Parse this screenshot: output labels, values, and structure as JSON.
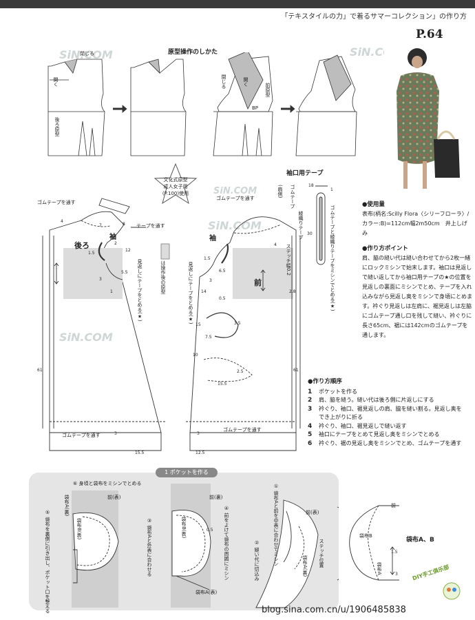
{
  "header": {
    "title": "「テキスタイルの力」で着るサマーコレクション」の作り方",
    "page": "P.64"
  },
  "diagram_top": {
    "title": "原型操作のしかた",
    "back_labels": {
      "close": "閉じる",
      "open": "開く",
      "back": "後ろ原型"
    },
    "front_labels": {
      "close": "閉じる",
      "open": "開く",
      "front": "前原型",
      "bp": "BP"
    }
  },
  "star_badge": {
    "line1": "文化式原型",
    "line2": "成人女子用",
    "line3": "(P.100)使用"
  },
  "pattern": {
    "back_label": "後ろ",
    "front_label": "前",
    "sleeve_label": "袖",
    "rubber_tape_top_back": "ゴムテープを通す",
    "rubber_tape_top_front": "ゴムテープを通す",
    "tape_through": "テープを通す",
    "rubber_tape_bottom_back": "ゴムテープを通す",
    "rubber_tape_bottom_front": "ゴムテープを通す",
    "facing_back": "見返しにテープをとめる(★)",
    "facing_front": "見返しにテープをとめる(★)",
    "after_op": "は操作後の原型",
    "nums": [
      "4",
      "8",
      "7",
      "2",
      "12",
      "1.5",
      "5.5",
      "3",
      "1",
      "61",
      "15.5",
      "12.5",
      "6.5",
      "14",
      "0.5",
      "15",
      "3.5",
      "7.5",
      "10",
      "2.5",
      "15.5",
      "3",
      "3",
      "4",
      "61",
      "1.5",
      "3"
    ]
  },
  "sleeve_tape": {
    "title": "袖口用テープ",
    "label_shoulder": "(肩側)",
    "label_rubber": "ゴムテープ",
    "label_ribbon": "綾織りテープ",
    "label_stitch": "ゴムテープと綾織りテープをミシンでとめる(★)",
    "label_width": "ステッチ幅0.2",
    "n18": "18",
    "n1": "1",
    "n30": "30",
    "n28": "2.8"
  },
  "info": {
    "materials_title": "●使用量",
    "materials_body": "表布(柄名:Scilly Flora〈シリーフローラ〉/カラー:B)=112cm幅2m50cm　井上しげみ",
    "points_title": "●作り方ポイント",
    "points_body": "肩、脇の縫い代は縫い合わせてから2枚一緒にロックミシンで始末します。袖口は見返しで縫い返してから袖口用テープの★の位置を見返しの裏面にミシンでとめ、テープを入れ込みながら見返し奥をミシンで身頃にとめます。衿ぐり見返しは左肩に、裾見返しは左脇にゴムテープ通し口を残して縫い、衿ぐりに長さ65cm、裾には142cmのゴムテープを通します。"
  },
  "steps": {
    "title": "●作り方順序",
    "items": [
      {
        "n": "1",
        "text": "ポケットを作る"
      },
      {
        "n": "2",
        "text": "肩、脇を縫う。縫い代は後ろ側に片返しにする"
      },
      {
        "n": "3",
        "text": "衿ぐり、袖口、裾見返しの肩、脇を縫い割る。見返し奥をでき上がりに折る"
      },
      {
        "n": "4",
        "text": "衿ぐり、袖口、裾見返しで縫い返す"
      },
      {
        "n": "5",
        "text": "袖口にテープをとめて見返し奥をミシンでとめる"
      },
      {
        "n": "6",
        "text": "衿ぐり、裾の見返し奥をミシンでとめ、ゴムテープを通す"
      }
    ]
  },
  "pocket": {
    "title": "1  ポケットを作る",
    "s6": "⑥ 身頃と袋布をミシンでとめる",
    "s5": "⑤ 袋布を裏側に引き出し、ポケット口を整える",
    "s3": "③ 袋布Aと外表に合わせる",
    "s4": "④ 前をよけて袋布の周囲にミシン",
    "s1": "① 袋布Aと前を中表に合わせてミシン",
    "s2": "② 縫い代に切込み",
    "front_back": "前(表)",
    "front_back2": "前(裏)",
    "front_back3": "前(表)",
    "bagA_back": "袋布A(裏)",
    "bagB": "袋布B(表)",
    "bagA_front": "袋布A(表)",
    "bagB2": "袋布B(表)",
    "bagA_back2": "袋布A(裏)",
    "stitch_pos": "ステッチ位置",
    "n05": "0.5",
    "pattern_front": "前",
    "pattern_bagB": "袋布B",
    "pattern_bagA": "袋布A",
    "pattern_title": "袋布A、B",
    "n15": "1.5",
    "n3": "3"
  },
  "watermarks": [
    "SiN.COM",
    "DIY手工俱乐部"
  ],
  "footer": {
    "url": "blog.sina.com.cn/u/1906485838"
  }
}
